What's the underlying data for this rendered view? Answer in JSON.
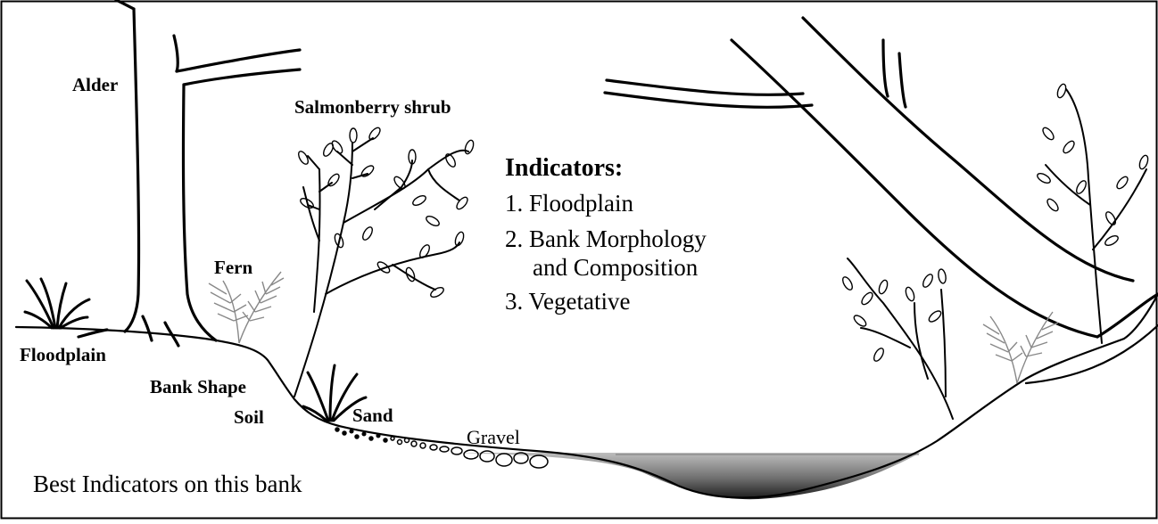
{
  "labels": {
    "alder": "Alder",
    "salmonberry": "Salmonberry shrub",
    "fern": "Fern",
    "floodplain": "Floodplain",
    "bank_shape": "Bank Shape",
    "soil": "Soil",
    "sand": "Sand",
    "gravel": "Gravel",
    "best": "Best Indicators on this bank"
  },
  "indicators": {
    "title": "Indicators:",
    "item1": "1. Floodplain",
    "item2a": "2. Bank Morphology",
    "item2b": "and Composition",
    "item3": "3. Vegetative"
  }
}
